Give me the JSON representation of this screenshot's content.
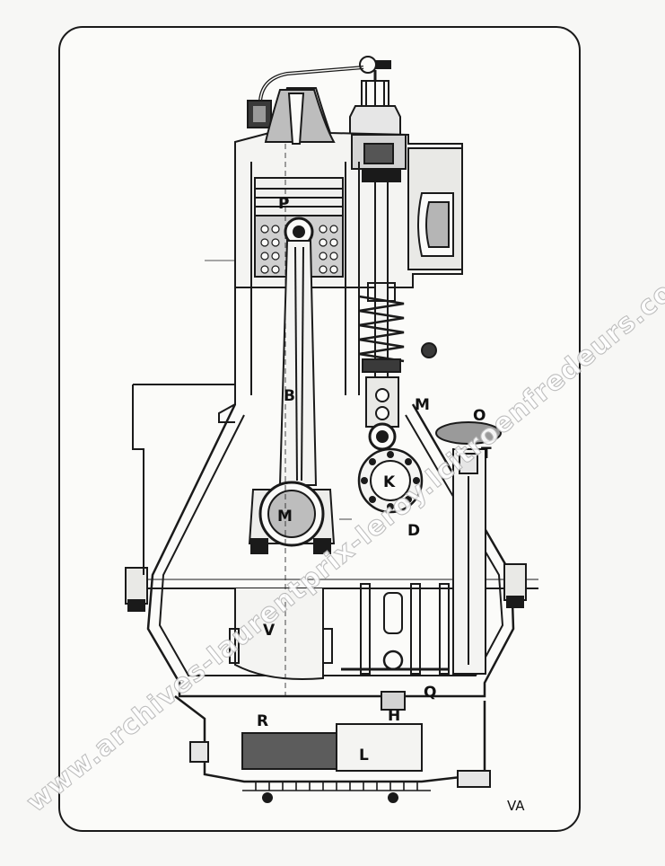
{
  "labels": {
    "P": "P",
    "B": "B",
    "M": "M",
    "M2": "M",
    "K": "K",
    "D": "D",
    "O": "O",
    "T": "T",
    "V": "V",
    "R": "R",
    "L": "L",
    "H": "H",
    "Q": "Q"
  },
  "signature": "VA",
  "watermark": "www.archives-laurentprix-leroy.lcitroenfredeurs.com"
}
